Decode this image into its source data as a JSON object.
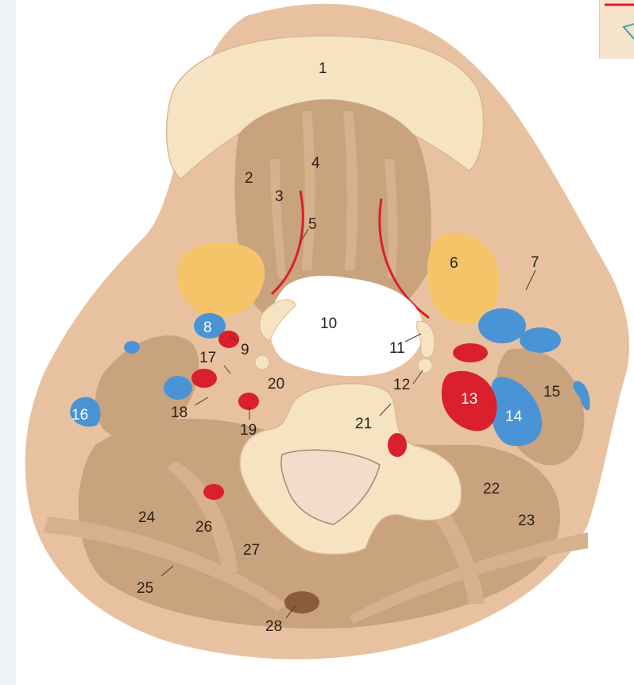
{
  "colors": {
    "skin": "#e8c2a0",
    "muscle": "#c9a27e",
    "muscle_dark": "#b98f69",
    "bone": "#f6e3c2",
    "bone_inner": "#f4dbcc",
    "gland": "#f5c368",
    "artery": "#d9202c",
    "vein": "#4a94d6",
    "airway": "#ffffff",
    "nerve_dot": "#8a5b3c"
  },
  "labels": [
    "1",
    "2",
    "3",
    "4",
    "5",
    "6",
    "7",
    "8",
    "9",
    "10",
    "11",
    "12",
    "13",
    "14",
    "15",
    "16",
    "17",
    "18",
    "19",
    "20",
    "21",
    "22",
    "23",
    "24",
    "25",
    "26",
    "27",
    "28"
  ]
}
